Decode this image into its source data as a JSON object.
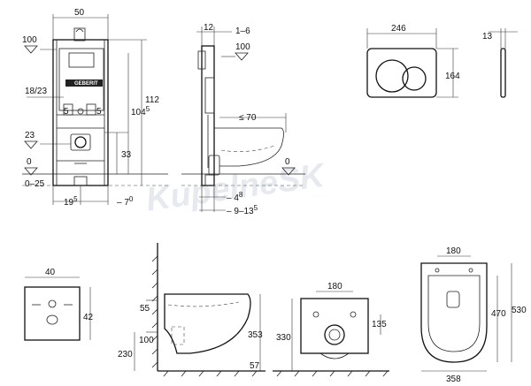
{
  "front_view": {
    "width": "50",
    "level_100": "100",
    "level_18_23": "18/23",
    "left_5": "5",
    "right_5": "5",
    "level_23": "23",
    "level_0": "0",
    "level_0_25": "0–25",
    "height_112": "112",
    "height_104": "104",
    "height_104_sup": "5",
    "height_33": "33",
    "bottom_19": "19",
    "bottom_19_sup": "5",
    "bottom_7": "7",
    "bottom_7_sup": "0",
    "brand": "GEBERIT"
  },
  "side_view": {
    "top_12": "12",
    "top_1_6": "1–6",
    "level_100": "100",
    "reach_70": "≤ 70",
    "level_0": "0",
    "bottom_4": "4",
    "bottom_4_sup": "8",
    "bottom_9_13": "9–13",
    "bottom_9_13_sup": "5"
  },
  "flush_plate": {
    "width": "246",
    "height": "164",
    "depth": "13"
  },
  "bottom_views": {
    "access_width": "40",
    "access_height": "42",
    "wc_55": "55",
    "wc_100": "100",
    "wc_230": "230",
    "wc_353": "353",
    "wc_57": "57",
    "rear_180": "180",
    "rear_135": "135",
    "rear_330": "330",
    "top_180": "180",
    "top_470": "470",
    "top_530": "530",
    "top_358": "358"
  },
  "watermark": "KupelneSK"
}
